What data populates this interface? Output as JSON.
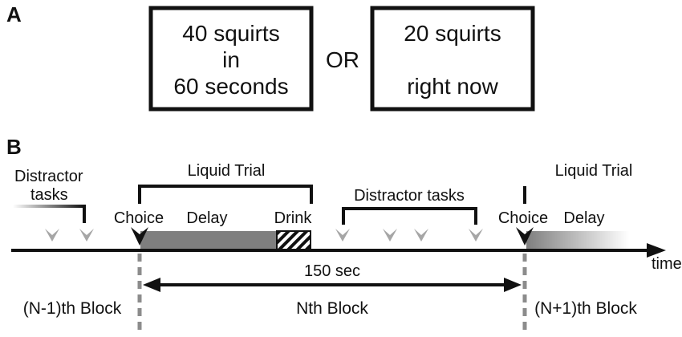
{
  "panel_a": {
    "letter": "A",
    "option_left": {
      "line1": "40 squirts",
      "line2": "in",
      "line3": "60 seconds"
    },
    "or_label": "OR",
    "option_right": {
      "line1": "20 squirts",
      "line2": "right now"
    }
  },
  "panel_b": {
    "letter": "B",
    "distractor_left": {
      "line1": "Distractor",
      "line2": "tasks"
    },
    "liquid_trial_label": "Liquid Trial",
    "liquid_trial_right_label": "Liquid Trial",
    "distractor_middle": "Distractor tasks",
    "choice_label": "Choice",
    "delay_label": "Delay",
    "drink_label": "Drink",
    "choice_right_label": "Choice",
    "delay_right_label": "Delay",
    "time_label": "time",
    "interval_label": "150 sec",
    "block_prev": "(N-1)th Block",
    "block_current": "Nth Block",
    "block_next": "(N+1)th Block",
    "colors": {
      "line": "#111111",
      "delay_bar": "#7f7f7f",
      "distractor_marker": "#a6a6a6",
      "divider": "#8c8c8c"
    }
  }
}
